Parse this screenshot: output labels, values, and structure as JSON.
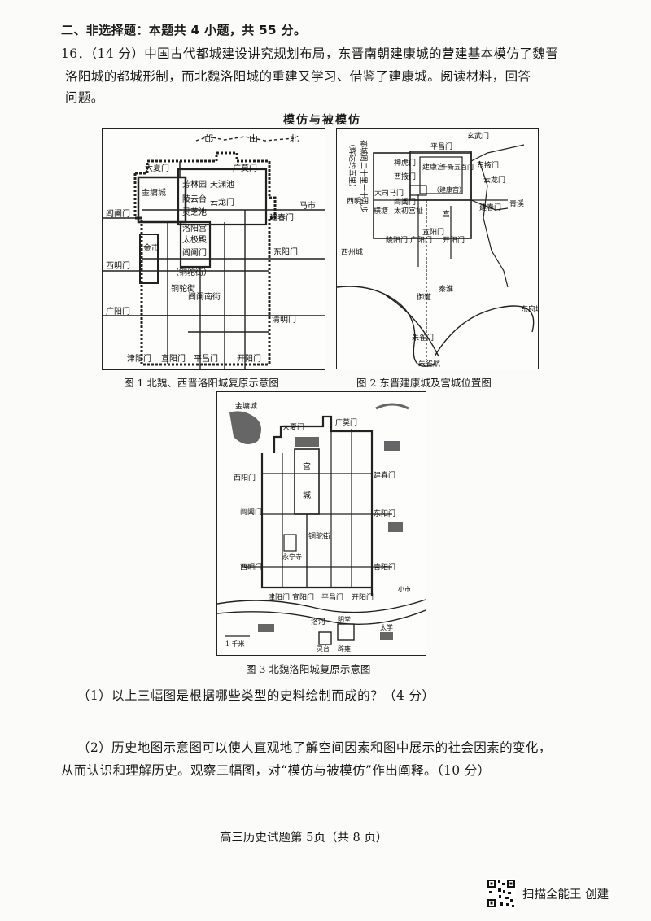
{
  "section": {
    "title": "二、非选择题：本题共 4 小题，共 55 分。"
  },
  "question": {
    "line1": "16．（14 分）中国古代都城建设讲究规划布局，东晋南朝建康城的营建基本模仿了魏晋",
    "line2": "洛阳城的都城形制，而北魏洛阳城的重建又学习、借鉴了建康城。阅读材料，回答",
    "line3": "问题。"
  },
  "figure_title": "模仿与被模仿",
  "fig1": {
    "caption": "图 1  北魏、西晋洛阳城复原示意图",
    "labels": {
      "mang": "邙",
      "shan": "山",
      "bei": "北",
      "daxia": "大夏门",
      "guangmo": "广莫门",
      "jinyong": "金墉城",
      "fanglin": "芳林园",
      "tianyuan": "天渊池",
      "lingyun": "陵云台",
      "lingzhi": "灵芝池",
      "yunlong": "云龙门",
      "luoyang": "洛阳宫",
      "taiji": "太极殿",
      "changhe": "阊阖门",
      "jianchun": "建春门",
      "mashi": "马市",
      "changhe2": "阊阖门",
      "jinshi": "金市",
      "dongyang": "东阳门",
      "ximing": "西明门",
      "tuo": "（铜驼街）",
      "tongtuo": "铜驼街",
      "changhe_street": "阊阖南街",
      "guangyang": "广阳门",
      "qingming": "清明门",
      "jinyang": "津阳门",
      "xuanyang": "宣阳门",
      "pingchang": "平昌门",
      "kaiyang": "开阳门"
    }
  },
  "fig2": {
    "caption": "图 2  东晋建康城及宫城位置图",
    "labels": {
      "xuanwu": "玄武门",
      "duchengwei": "都城周二十里一十九步",
      "duchengwei2": "（辉达约五里）",
      "pingchang": "平昌门",
      "xinggong": "建康宫",
      "qianxin": "千新五百门",
      "shenhu": "神虎门",
      "xiye": "西掖门",
      "dongye": "东掖门",
      "yunlong": "云龙门",
      "jiankang_gong": "（建康宫）",
      "dasima": "大司马门",
      "changhe": "阊阖门",
      "ximing": "西明门",
      "hengtang": "横塘",
      "taichu": "太初宫址",
      "gong": "宫",
      "jianchun": "建春门",
      "qingxi": "青溪",
      "lingyun": "陵阳门",
      "guangyang": "广阳门",
      "xuanyang": "宣阳门",
      "kaiyang": "开阳门",
      "xizhou": "西州城",
      "yudao": "御道",
      "qinhuai": "秦淮",
      "dongfu": "东府城",
      "zhuque": "朱雀门",
      "zhuquehang": "朱雀航"
    }
  },
  "fig3": {
    "caption": "图 3  北魏洛阳城复原示意图",
    "labels": {
      "jinyong": "金墉城",
      "daxia": "大夏门",
      "guangmo": "广莫门",
      "gong": "宫",
      "cheng": "城",
      "jianchun": "建春门",
      "dongyang": "东阳门",
      "xiyang": "西阳门",
      "changhe": "阊阖门",
      "ximing": "西明门",
      "tongtuo": "铜驼街",
      "yongning": "永宁寺",
      "qingyang": "青阳门",
      "xiaoshi": "小市",
      "jinyang": "津阳门",
      "xuanyang": "宣阳门",
      "pingchang": "平昌门",
      "kaiyang": "开阳门",
      "luohe": "洛河",
      "mingtang": "明堂",
      "lingtai": "灵台",
      "biyong": "辟雍",
      "taixue": "太学",
      "scale": "1 千米"
    }
  },
  "q1": "（1）以上三幅图是根据哪些类型的史料绘制而成的？（4 分）",
  "q2_line1": "（2）历史地图示意图可以使人直观地了解空间因素和图中展示的社会因素的变化，",
  "q2_line2": "从而认识和理解历史。观察三幅图，对“模仿与被模仿”作出阐释。（10 分）",
  "footer": "高三历史试题第 5页（共 8 页）",
  "badge": {
    "text": "扫描全能王  创建",
    "icon": "qr-code-icon"
  }
}
